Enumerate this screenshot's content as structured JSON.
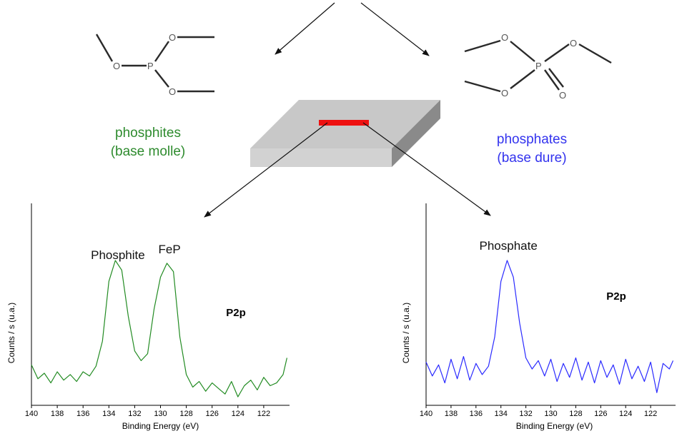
{
  "molecules": {
    "phosphite": {
      "label_line1": "phosphites",
      "label_line2": "(base molle)",
      "color": "#2e8b2e",
      "atoms": {
        "o": "O",
        "p": "P"
      }
    },
    "phosphate": {
      "label_line1": "phosphates",
      "label_line2": "(base dure)",
      "color": "#3333ee",
      "atoms": {
        "o": "O",
        "p": "P"
      }
    }
  },
  "chart_data": [
    {
      "type": "line",
      "xlabel": "Binding Energy (eV)",
      "ylabel": "Counts / s (u.a.)",
      "tag": "P2p",
      "xlim": [
        140,
        120
      ],
      "xticks": [
        140,
        138,
        136,
        134,
        132,
        130,
        128,
        126,
        124,
        122
      ],
      "color": "#228b22",
      "peaks": [
        {
          "label": "Phosphite",
          "x": 133.3
        },
        {
          "label": "FeP",
          "x": 129.3
        }
      ],
      "series": [
        {
          "x": [
            140.0,
            139.5,
            139.0,
            138.5,
            138.0,
            137.5,
            137.0,
            136.5,
            136.0,
            135.5,
            135.0,
            134.5,
            134.0,
            133.5,
            133.0,
            132.5,
            132.0,
            131.5,
            131.0,
            130.5,
            130.0,
            129.5,
            129.0,
            128.5,
            128.0,
            127.5,
            127.0,
            126.5,
            126.0,
            125.5,
            125.0,
            124.5,
            124.0,
            123.5,
            123.0,
            122.5,
            122.0,
            121.5,
            121.0,
            120.5,
            120.2
          ],
          "y": [
            0.25,
            0.15,
            0.19,
            0.12,
            0.2,
            0.14,
            0.18,
            0.13,
            0.2,
            0.17,
            0.24,
            0.42,
            0.85,
            1.0,
            0.93,
            0.6,
            0.35,
            0.28,
            0.33,
            0.65,
            0.88,
            0.98,
            0.92,
            0.45,
            0.18,
            0.09,
            0.13,
            0.06,
            0.12,
            0.08,
            0.04,
            0.13,
            0.02,
            0.1,
            0.14,
            0.07,
            0.16,
            0.1,
            0.12,
            0.18,
            0.3
          ]
        }
      ]
    },
    {
      "type": "line",
      "xlabel": "Binding Energy (eV)",
      "ylabel": "Counts / s (u.a.)",
      "tag": "P2p",
      "xlim": [
        140,
        120
      ],
      "xticks": [
        140,
        138,
        136,
        134,
        132,
        130,
        128,
        126,
        124,
        122
      ],
      "color": "#2a2aff",
      "peaks": [
        {
          "label": "Phosphate",
          "x": 133.4
        }
      ],
      "series": [
        {
          "x": [
            140.0,
            139.5,
            139.0,
            138.5,
            138.0,
            137.5,
            137.0,
            136.5,
            136.0,
            135.5,
            135.0,
            134.5,
            134.0,
            133.5,
            133.0,
            132.5,
            132.0,
            131.5,
            131.0,
            130.5,
            130.0,
            129.5,
            129.0,
            128.5,
            128.0,
            127.5,
            127.0,
            126.5,
            126.0,
            125.5,
            125.0,
            124.5,
            124.0,
            123.5,
            123.0,
            122.5,
            122.0,
            121.5,
            121.0,
            120.5,
            120.2
          ],
          "y": [
            0.27,
            0.17,
            0.25,
            0.12,
            0.29,
            0.15,
            0.31,
            0.14,
            0.26,
            0.18,
            0.24,
            0.45,
            0.85,
            1.0,
            0.88,
            0.55,
            0.3,
            0.22,
            0.28,
            0.17,
            0.29,
            0.13,
            0.26,
            0.16,
            0.3,
            0.14,
            0.27,
            0.12,
            0.28,
            0.16,
            0.25,
            0.11,
            0.29,
            0.15,
            0.24,
            0.13,
            0.27,
            0.05,
            0.26,
            0.22,
            0.28
          ]
        }
      ]
    }
  ]
}
